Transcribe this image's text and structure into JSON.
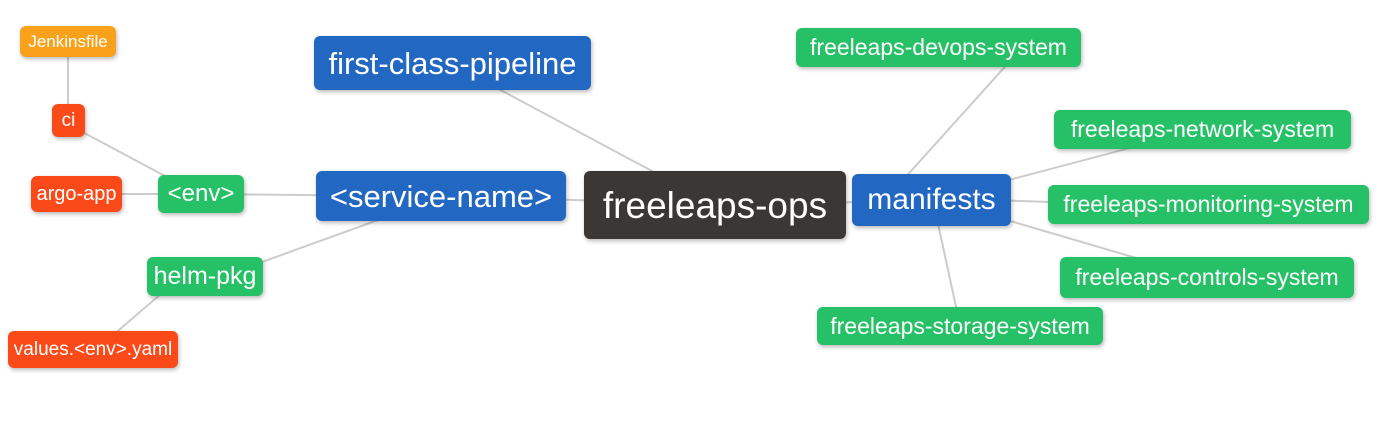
{
  "diagram": {
    "type": "mindmap",
    "root": "freeleaps-ops",
    "palette": {
      "root_bg": "#3B3735",
      "branch_blue": "#2268C3",
      "leaf_green": "#26C167",
      "leaf_red": "#FB4A19",
      "leaf_orange": "#F9A11B",
      "edge_gray": "#CCCCCC",
      "node_text": "#FFFFFF",
      "background": "#FFFFFF"
    },
    "nodes": {
      "freeleaps_ops": {
        "label": "freeleaps-ops",
        "color": "#3B3735",
        "role": "root"
      },
      "first_class_pipeline": {
        "label": "first-class-pipeline",
        "color": "#2268C3",
        "role": "branch"
      },
      "service_name": {
        "label": "<service-name>",
        "color": "#2268C3",
        "role": "branch"
      },
      "manifests": {
        "label": "manifests",
        "color": "#2268C3",
        "role": "branch"
      },
      "env": {
        "label": "<env>",
        "color": "#26C167",
        "role": "leaf"
      },
      "helm_pkg": {
        "label": "helm-pkg",
        "color": "#26C167",
        "role": "leaf"
      },
      "ci": {
        "label": "ci",
        "color": "#FB4A19",
        "role": "leaf"
      },
      "argo_app": {
        "label": "argo-app",
        "color": "#FB4A19",
        "role": "leaf"
      },
      "values_env_yaml": {
        "label": "values.<env>.yaml",
        "color": "#FB4A19",
        "role": "leaf"
      },
      "jenkinsfile": {
        "label": "Jenkinsfile",
        "color": "#F9A11B",
        "role": "leaf"
      },
      "devops_system": {
        "label": "freeleaps-devops-system",
        "color": "#26C167",
        "role": "leaf"
      },
      "network_system": {
        "label": "freeleaps-network-system",
        "color": "#26C167",
        "role": "leaf"
      },
      "monitoring_system": {
        "label": "freeleaps-monitoring-system",
        "color": "#26C167",
        "role": "leaf"
      },
      "controls_system": {
        "label": "freeleaps-controls-system",
        "color": "#26C167",
        "role": "leaf"
      },
      "storage_system": {
        "label": "freeleaps-storage-system",
        "color": "#26C167",
        "role": "leaf"
      }
    },
    "edges": [
      [
        "jenkinsfile",
        "ci"
      ],
      [
        "ci",
        "env"
      ],
      [
        "argo_app",
        "env"
      ],
      [
        "env",
        "service_name"
      ],
      [
        "helm_pkg",
        "service_name"
      ],
      [
        "values_env_yaml",
        "helm_pkg"
      ],
      [
        "first_class_pipeline",
        "freeleaps_ops"
      ],
      [
        "service_name",
        "freeleaps_ops"
      ],
      [
        "freeleaps_ops",
        "manifests"
      ],
      [
        "manifests",
        "devops_system"
      ],
      [
        "manifests",
        "network_system"
      ],
      [
        "manifests",
        "monitoring_system"
      ],
      [
        "manifests",
        "controls_system"
      ],
      [
        "manifests",
        "storage_system"
      ]
    ]
  }
}
